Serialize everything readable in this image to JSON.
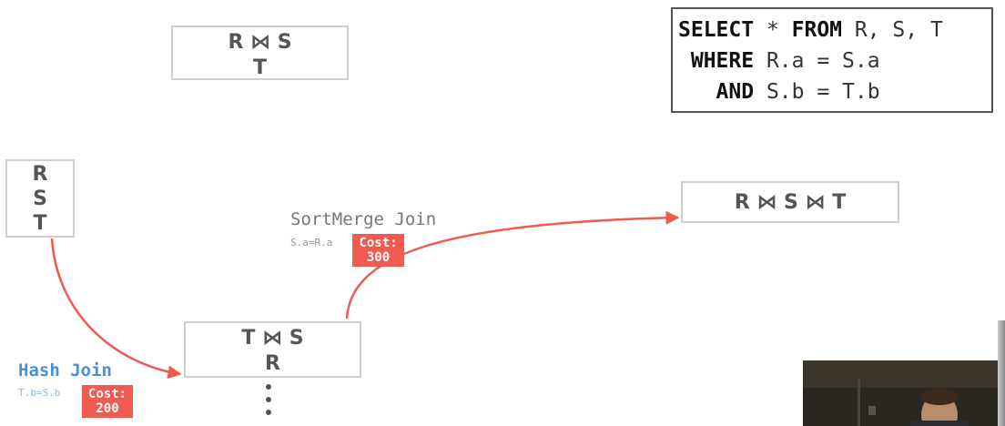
{
  "query": {
    "line1": {
      "kw1": "SELECT",
      "rest1": " * ",
      "kw2": "FROM",
      "rest2": " R, S, T"
    },
    "line2": {
      "kw": " WHERE",
      "rest": " R.a = S.a"
    },
    "line3": {
      "kw": "   AND",
      "rest": " S.b = T.b"
    }
  },
  "nodes": {
    "rs_t": {
      "line1": "R ⋈ S",
      "line2": "T"
    },
    "rst": {
      "line1": "R",
      "line2": "S",
      "line3": "T"
    },
    "final": {
      "line1": "R ⋈ S ⋈ T"
    },
    "ts_r": {
      "line1": "T ⋈ S",
      "line2": "R"
    }
  },
  "edges": {
    "sortmerge": {
      "label": "SortMerge Join",
      "condition": "S.a=R.a",
      "cost_label": "Cost:",
      "cost_value": "300"
    },
    "hash": {
      "label": "Hash Join",
      "condition": "T.b=S.b",
      "cost_label": "Cost:",
      "cost_value": "200"
    }
  },
  "colors": {
    "edge": "#f05a4f",
    "hash_label": "#4a8fd6",
    "node_border": "#cfcfcf",
    "sql_border": "#555555"
  }
}
